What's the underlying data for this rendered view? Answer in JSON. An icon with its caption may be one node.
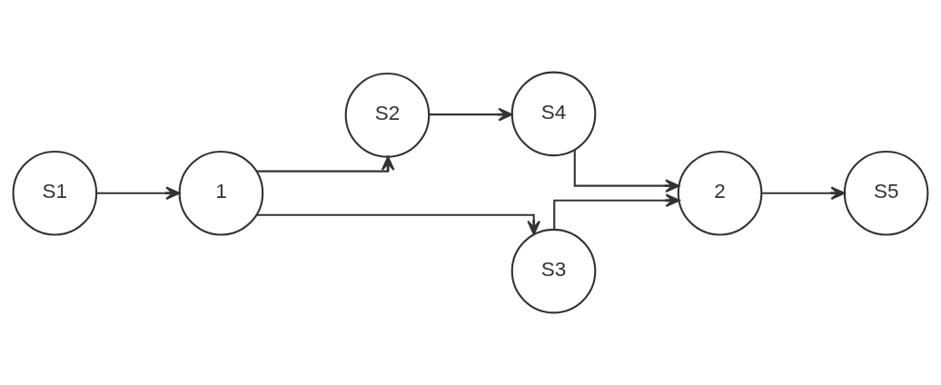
{
  "diagram": {
    "nodes": [
      {
        "text": [
          "S1"
        ]
      },
      {
        "text": [
          "1"
        ]
      },
      {
        "text": [
          "S2"
        ]
      },
      {
        "text": [
          "S3"
        ]
      },
      {
        "text": [
          "S4"
        ]
      },
      {
        "text": [
          "2"
        ]
      },
      {
        "text": [
          "S5"
        ]
      }
    ],
    "edges": [
      {
        "from": 0,
        "to": 1,
        "arrow": "to"
      },
      {
        "from": 1,
        "to": 2,
        "arrow": "to"
      },
      {
        "from": 1,
        "to": 3,
        "arrow": "to"
      },
      {
        "from": 2,
        "to": 4,
        "arrow": "to"
      },
      {
        "from": 4,
        "to": 5,
        "arrow": "to"
      },
      {
        "from": 3,
        "to": 5,
        "arrow": "to"
      },
      {
        "from": 5,
        "to": 6,
        "arrow": "to"
      }
    ]
  }
}
